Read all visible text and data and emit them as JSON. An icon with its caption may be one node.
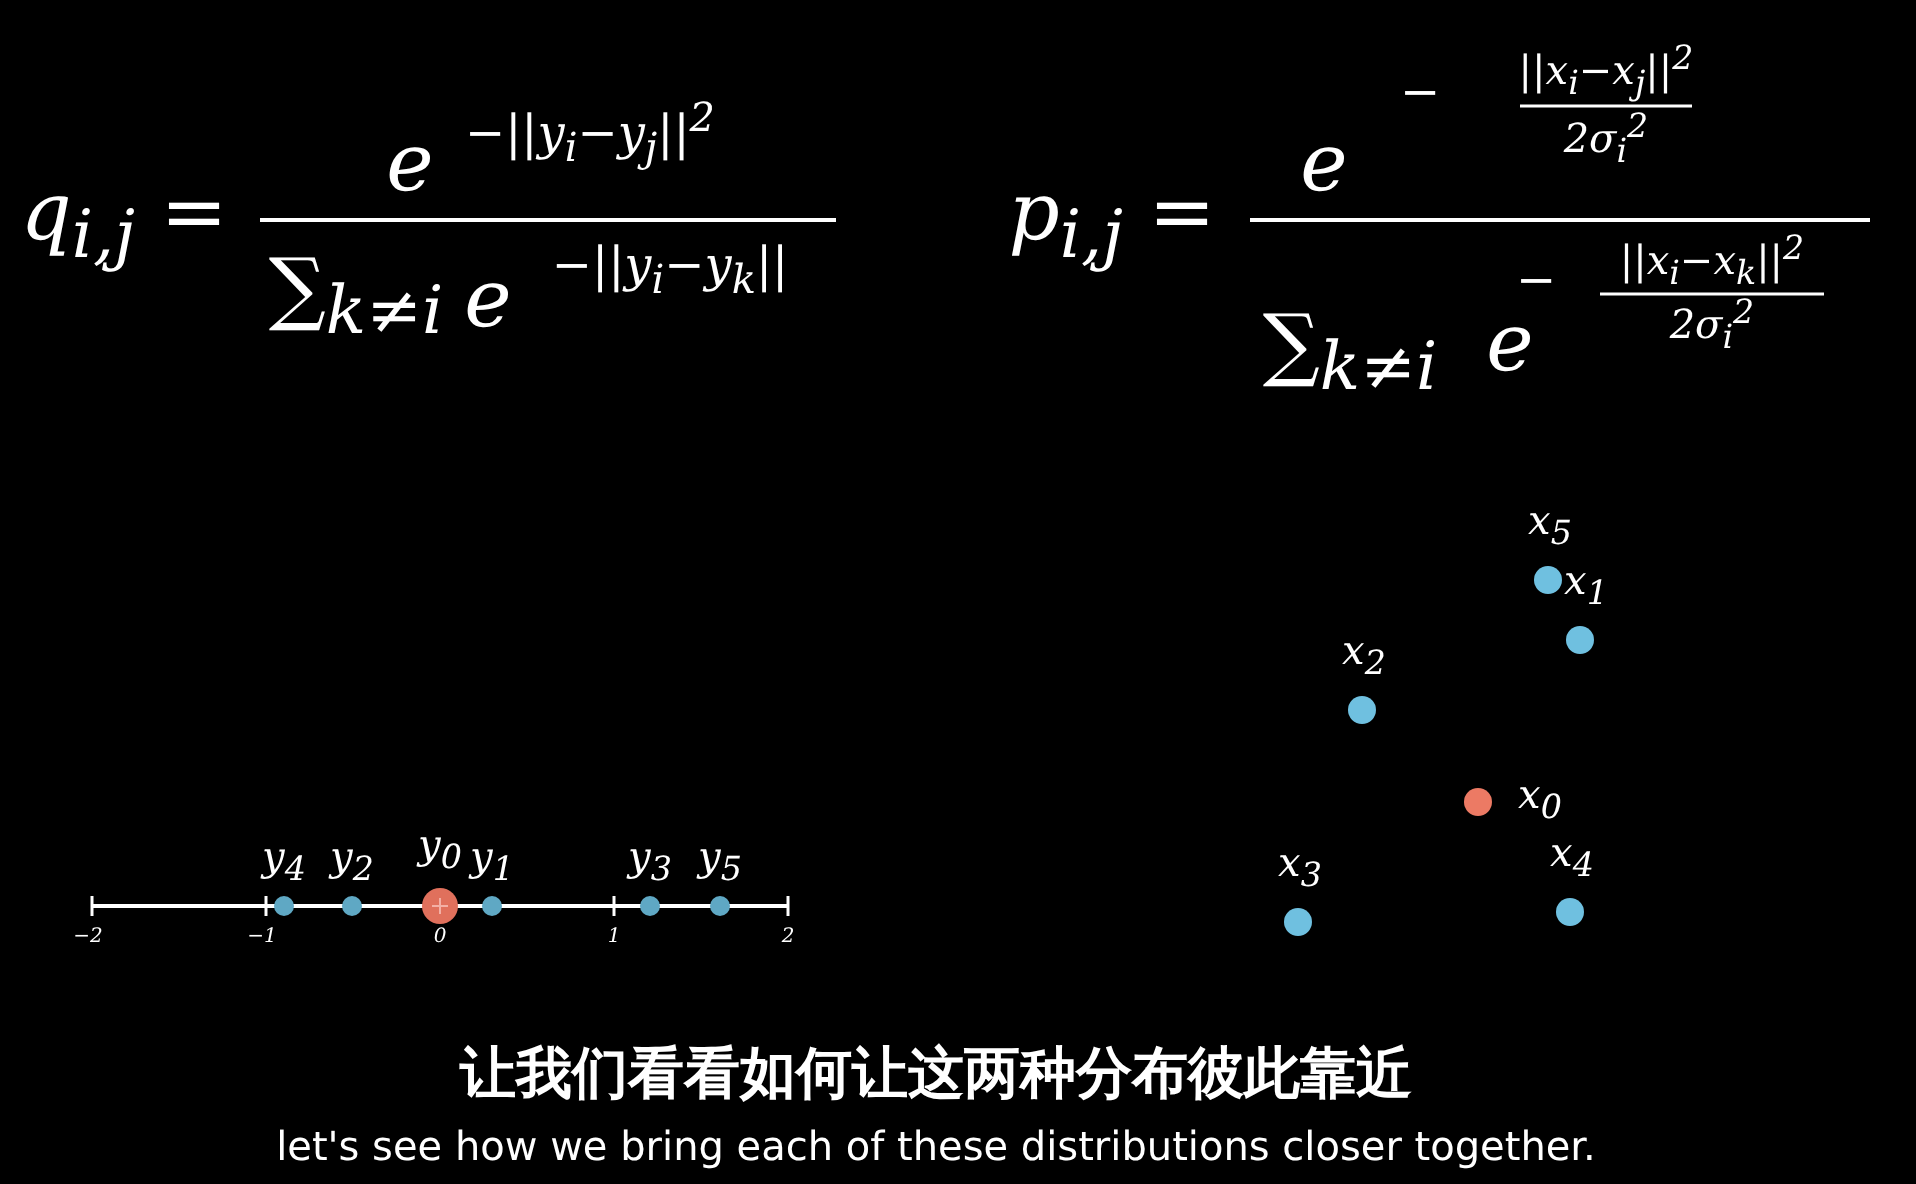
{
  "diagram": {
    "nodes": [
      {
        "text": [],
        "shape": "circle",
        "beside": [
          "y$_{4}$"
        ]
      },
      {
        "text": [],
        "shape": "circle",
        "beside": [
          "y$_{2}$"
        ]
      },
      {
        "text": [],
        "shape": "circle",
        "beside": [
          "y$_{0}$"
        ]
      },
      {
        "text": [],
        "shape": "circle",
        "beside": [
          "y$_{1}$"
        ]
      },
      {
        "text": [],
        "shape": "circle",
        "beside": [
          "y$_{3}$"
        ]
      },
      {
        "text": [],
        "shape": "circle",
        "beside": [
          "y$_{5}$"
        ]
      },
      {
        "text": [],
        "shape": "circle",
        "beside": [
          "x$_{5}$"
        ]
      },
      {
        "text": [],
        "shape": "circle",
        "beside": [
          "x$_{1}$"
        ]
      },
      {
        "text": [],
        "shape": "circle",
        "beside": [
          "x$_{2}$"
        ]
      },
      {
        "text": [],
        "shape": "circle",
        "beside": [
          "x$_{0}$"
        ]
      },
      {
        "text": [],
        "shape": "circle",
        "beside": [
          "x$_{3}$"
        ]
      },
      {
        "text": [],
        "shape": "circle",
        "beside": [
          "x$_{4}$"
        ]
      }
    ],
    "labels": [
      "q$_{i,j}$ =",
      "e",
      "−||y$_{i}$−y$_{j}$||$^{2}$",
      "∑$_{k≠i}$",
      "e",
      "−||y$_{i}$−y$_{k}$||",
      "p$_{i,j}$ =",
      "e",
      "−",
      "||x$_{i}$−x$_{j}$||$^{2}$",
      "2σ$_{i}$$^{2}$",
      "∑$_{k≠i}$",
      "e",
      "−",
      "||x$_{i}$−x$_{k}$||$^{2}$",
      "2σ$_{i}$$^{2}$",
      "−2",
      "−1",
      "0",
      "1",
      "2",
      "让我们看看如何让这两种分布彼此靠近",
      "let's see how we bring each of these distributions closer together."
    ]
  }
}
